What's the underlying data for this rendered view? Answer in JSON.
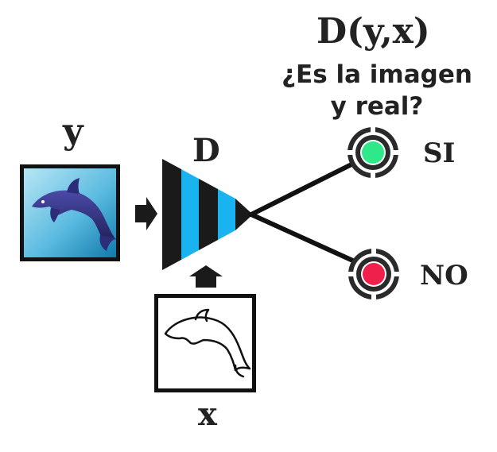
{
  "title": "D(y,x)",
  "question": "¿Es la imagen y real?",
  "input_real": {
    "label": "y",
    "image": "dolphin-photo"
  },
  "input_condition": {
    "label": "x",
    "image": "dolphin-outline-sketch"
  },
  "discriminator": {
    "label": "D"
  },
  "outputs": {
    "yes": {
      "label": "SI",
      "color": "#2ee88a"
    },
    "no": {
      "label": "NO",
      "color": "#f0204d"
    }
  },
  "colors": {
    "text": "#222222",
    "funnel_dark": "#1a1a1a",
    "funnel_blue": "#19b4f0",
    "real_tile_light": "#a8ddf0",
    "real_tile_dark": "#1485b8",
    "dolphin_body": "#3a3a8c"
  }
}
